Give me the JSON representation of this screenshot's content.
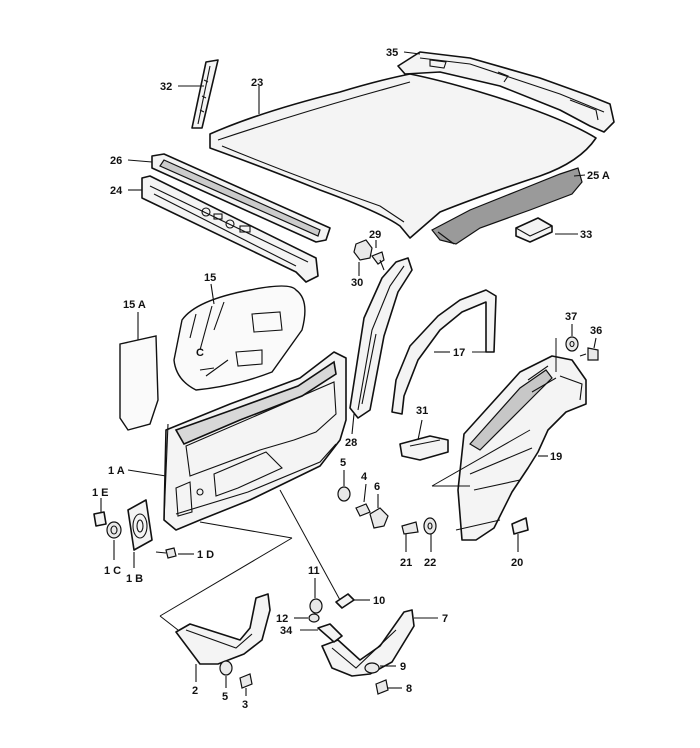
{
  "labels": {
    "l35": "35",
    "l32": "32",
    "l23": "23",
    "l26": "26",
    "l24": "24",
    "l25A": "25 A",
    "l29": "29",
    "l30": "30",
    "l33": "33",
    "l15": "15",
    "l15A": "15 A",
    "l17": "17",
    "l37": "37",
    "l36": "36",
    "l28": "28",
    "l31": "31",
    "l19": "19",
    "l1A": "1 A",
    "l1E": "1 E",
    "l5a": "5",
    "l4": "4",
    "l6": "6",
    "l1C": "1 C",
    "l1B": "1 B",
    "l1D": "1 D",
    "l21": "21",
    "l22": "22",
    "l20": "20",
    "l11": "11",
    "l10": "10",
    "l12": "12",
    "l34": "34",
    "l7": "7",
    "l9": "9",
    "l8": "8",
    "l2": "2",
    "l5b": "5",
    "l3": "3"
  }
}
